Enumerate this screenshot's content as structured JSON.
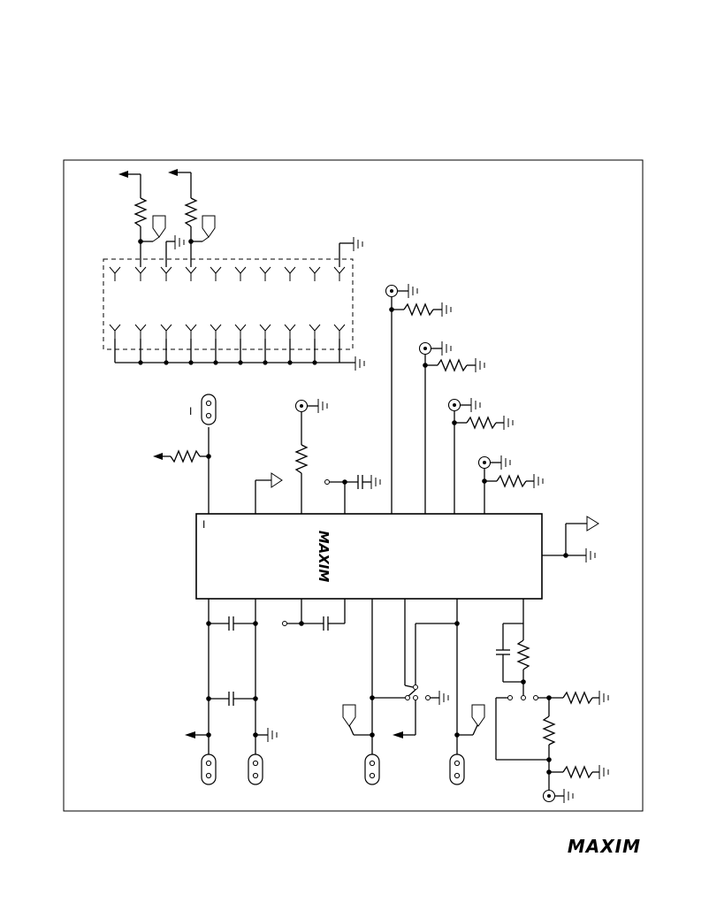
{
  "diagram": {
    "ic_pin1_marker": "I",
    "ic_logo": "MAXIM",
    "jumper_top_label": "I"
  },
  "footer": {
    "brand_logo": "MAXIM"
  }
}
